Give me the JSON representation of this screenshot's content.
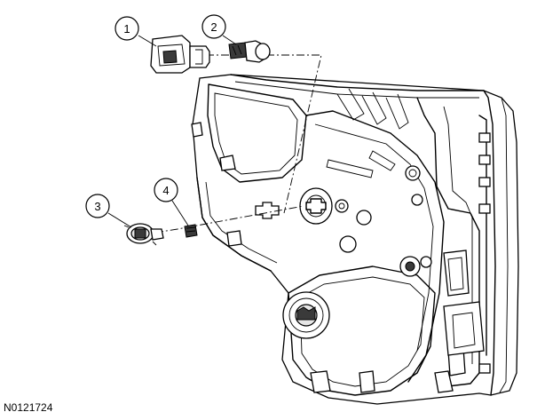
{
  "callouts": [
    {
      "id": "callout-1",
      "label": "1"
    },
    {
      "id": "callout-2",
      "label": "2"
    },
    {
      "id": "callout-3",
      "label": "3"
    },
    {
      "id": "callout-4",
      "label": "4"
    }
  ],
  "figure_id": "N0121724"
}
